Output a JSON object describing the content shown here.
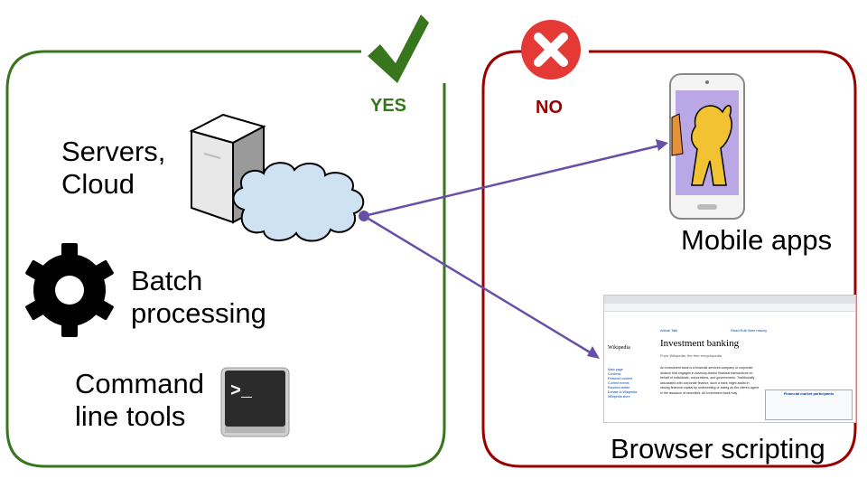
{
  "yes_panel": {
    "verdict": "YES",
    "verdict_color": "#38761d",
    "border_color": "#38761d",
    "icon": "checkmark-icon",
    "items": [
      {
        "label_lines": [
          "Servers,",
          "Cloud"
        ],
        "icon": "server-icon"
      },
      {
        "label_lines": [
          "Batch",
          "processing"
        ],
        "icon": "gear-icon"
      },
      {
        "label_lines": [
          "Command",
          "line tools"
        ],
        "icon": "terminal-icon"
      }
    ],
    "cloud_icon": "cloud-icon"
  },
  "no_panel": {
    "verdict": "NO",
    "verdict_color": "#990000",
    "border_color": "#990000",
    "icon": "x-circle-icon",
    "items": [
      {
        "label": "Mobile apps",
        "icon": "smartphone-icon"
      },
      {
        "label": "Browser scripting",
        "icon": "browser-window-icon"
      }
    ]
  },
  "connector_color": "#674ea7",
  "terminal_prompt": ">_",
  "wiki_screenshot": {
    "title": "Investment banking",
    "subtitle": "From Wikipedia, the free encyclopedia",
    "logo": "Wikipedia",
    "tabs_left": "Article   Talk",
    "tabs_right": "Read  Edit  View history",
    "sidebar": "Main page\nContents\nFeatured content\nCurrent events\nRandom article\nDonate to Wikipedia\nWikipedia store",
    "body": "An investment bank is a financial services company or corporate division that engages in advisory-based financial transactions on behalf of individuals, corporations, and governments. Traditionally associated with corporate finance, such a bank might assist in raising financial capital by underwriting or acting as the client's agent in the issuance of securities. An investment bank may",
    "box_title": "Financial market participants"
  }
}
